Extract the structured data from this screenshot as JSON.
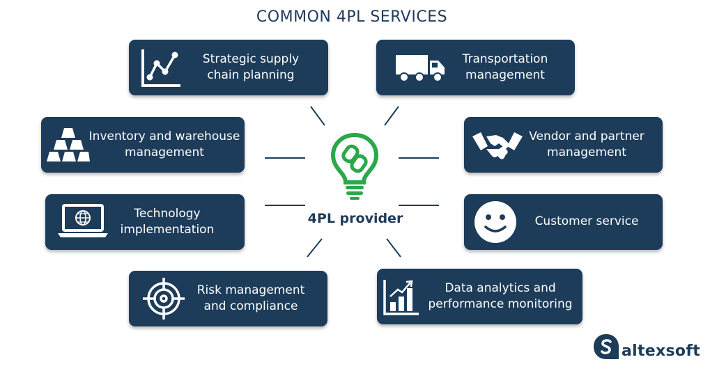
{
  "title": "COMMON 4PL SERVICES",
  "center": {
    "label": "4PL provider",
    "icon": "lightbulb-chain-icon"
  },
  "services": [
    {
      "id": "strategic",
      "line1": "Strategic supply",
      "line2": "chain planning",
      "icon": "line-chart-icon"
    },
    {
      "id": "transport",
      "line1": "Transportation",
      "line2": "management",
      "icon": "truck-icon"
    },
    {
      "id": "inventory",
      "line1": "Inventory and warehouse",
      "line2": "management",
      "icon": "stacked-bars-icon"
    },
    {
      "id": "vendor",
      "line1": "Vendor and partner",
      "line2": "management",
      "icon": "handshake-icon"
    },
    {
      "id": "technology",
      "line1": "Technology",
      "line2": "implementation",
      "icon": "laptop-globe-icon"
    },
    {
      "id": "customer",
      "line1": "Customer service",
      "line2": "",
      "icon": "smiley-icon"
    },
    {
      "id": "risk",
      "line1": "Risk management",
      "line2": "and compliance",
      "icon": "target-icon"
    },
    {
      "id": "analytics",
      "line1": "Data analytics and",
      "line2": "performance monitoring",
      "icon": "bar-chart-icon"
    }
  ],
  "brand": {
    "name": "altexsoft",
    "icon": "altexsoft-logo-icon"
  },
  "colors": {
    "card": "#1c3c5a",
    "accent": "#2aa84a",
    "title": "#1f3a5a"
  }
}
